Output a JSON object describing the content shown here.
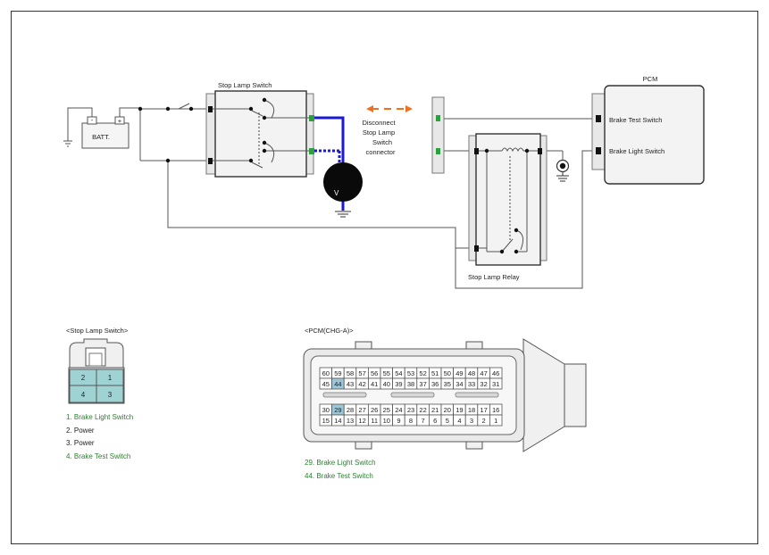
{
  "labels": {
    "stop_lamp_switch": "Stop Lamp Switch",
    "batt": "BATT.",
    "batt_minus": "-",
    "batt_plus": "+",
    "voltmeter": "V",
    "disconnect": [
      "Disconnect",
      "Stop Lamp",
      "Switch",
      "connector"
    ],
    "pcm": "PCM",
    "brake_test_switch": "Brake Test Switch",
    "brake_light_switch": "Brake Light Switch",
    "stop_lamp_relay": "Stop Lamp Relay"
  },
  "stop_lamp_connector": {
    "title": "<Stop Lamp Switch>",
    "pins_top": [
      "2",
      "1"
    ],
    "pins_bottom": [
      "4",
      "3"
    ],
    "highlight_color": "#9fd3d3",
    "legend": [
      {
        "text": "1. Brake Light Switch",
        "color": "#2e7d32"
      },
      {
        "text": "2. Power",
        "color": "#222222"
      },
      {
        "text": "3. Power",
        "color": "#222222"
      },
      {
        "text": "4. Brake Test Switch",
        "color": "#2e7d32"
      }
    ]
  },
  "pcm_connector": {
    "title": "<PCM(CHG-A)>",
    "row1": [
      "60",
      "59",
      "58",
      "57",
      "56",
      "55",
      "54",
      "53",
      "52",
      "51",
      "50",
      "49",
      "48",
      "47",
      "46"
    ],
    "row2": [
      "45",
      "44",
      "43",
      "42",
      "41",
      "40",
      "39",
      "38",
      "37",
      "36",
      "35",
      "34",
      "33",
      "32",
      "31"
    ],
    "row3": [
      "30",
      "29",
      "28",
      "27",
      "26",
      "25",
      "24",
      "23",
      "22",
      "21",
      "20",
      "19",
      "18",
      "17",
      "16"
    ],
    "row4": [
      "15",
      "14",
      "13",
      "12",
      "11",
      "10",
      "9",
      "8",
      "7",
      "6",
      "5",
      "4",
      "3",
      "2",
      "1"
    ],
    "highlighted_pins": [
      "44",
      "29"
    ],
    "highlight_color": "#9fc6d6",
    "legend": [
      {
        "text": "29. Brake Light Switch",
        "color": "#2e7d32"
      },
      {
        "text": "44. Brake Test Switch",
        "color": "#2e7d32"
      }
    ]
  },
  "colors": {
    "probe_wire": "#1a1ad6",
    "arrow": "#f07020",
    "terminal_green": "#2e9e3e",
    "wire": "#555555"
  }
}
